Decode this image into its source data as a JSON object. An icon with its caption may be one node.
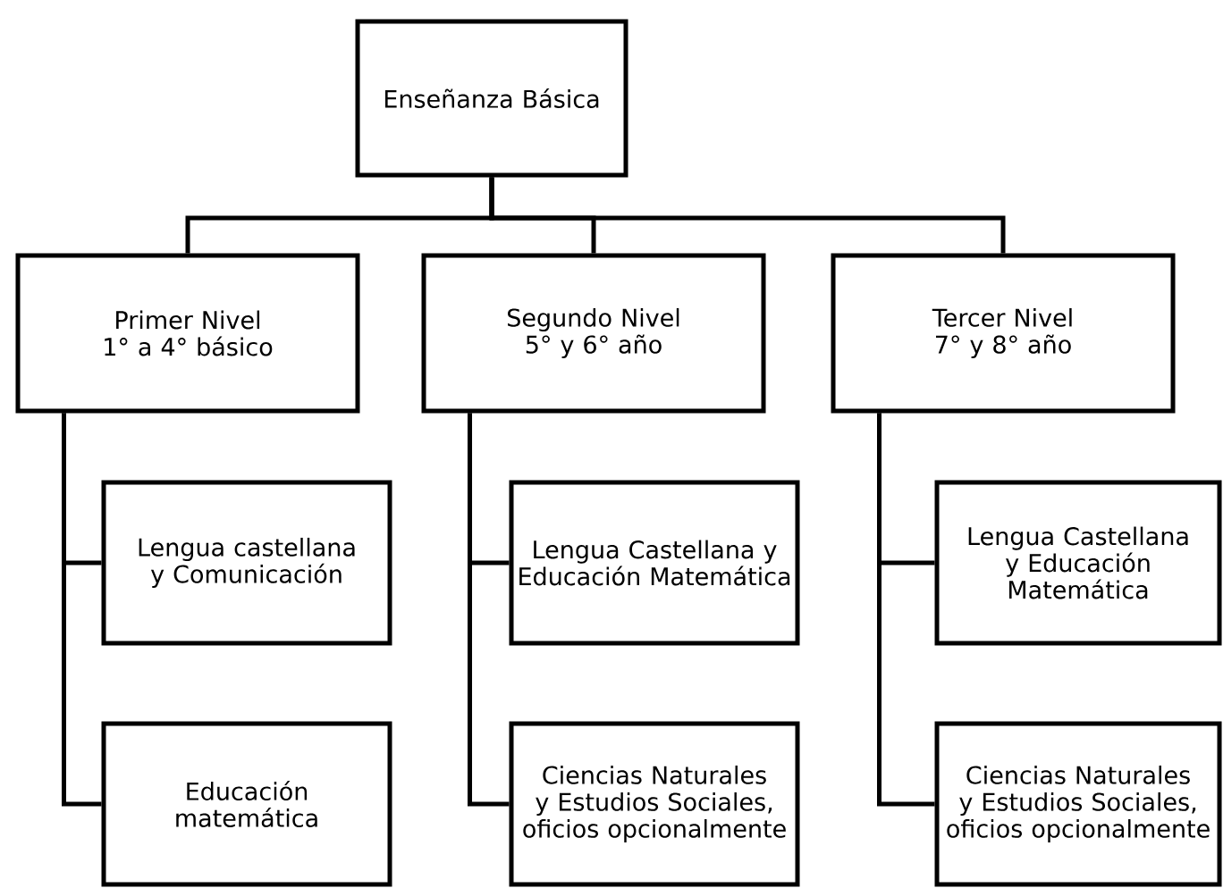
{
  "diagram": {
    "nodes": [
      {
        "text": [
          "Enseñanza Básica"
        ]
      },
      {
        "text": [
          "Primer Nivel 1° a 4° básico"
        ]
      },
      {
        "text": [
          "Segundo Nivel 5° y 6° año"
        ]
      },
      {
        "text": [
          "Tercer Nivel 7° y 8° año"
        ]
      },
      {
        "text": [
          "Lengua castellana y Comunicación"
        ]
      },
      {
        "text": [
          "Educación matemática"
        ]
      },
      {
        "text": [
          "Lengua Castellana y Educación Matemática"
        ]
      },
      {
        "text": [
          "Ciencias Naturales y Estudios Sociales, oficios opcionalmente"
        ]
      },
      {
        "text": [
          "Lengua Castellana y Educación Matemática"
        ]
      },
      {
        "text": [
          "Ciencias Naturales y Estudios Sociales, oficios opcionalmente"
        ]
      }
    ],
    "edges": [
      {
        "from": 0,
        "to": 1,
        "arrow": "none"
      },
      {
        "from": 0,
        "to": 2,
        "arrow": "none"
      },
      {
        "from": 0,
        "to": 3,
        "arrow": "none"
      },
      {
        "from": 1,
        "to": 4,
        "arrow": "none"
      },
      {
        "from": 1,
        "to": 5,
        "arrow": "none"
      },
      {
        "from": 2,
        "to": 6,
        "arrow": "none"
      },
      {
        "from": 2,
        "to": 7,
        "arrow": "none"
      },
      {
        "from": 3,
        "to": 8,
        "arrow": "none"
      },
      {
        "from": 3,
        "to": 9,
        "arrow": "none"
      }
    ]
  }
}
